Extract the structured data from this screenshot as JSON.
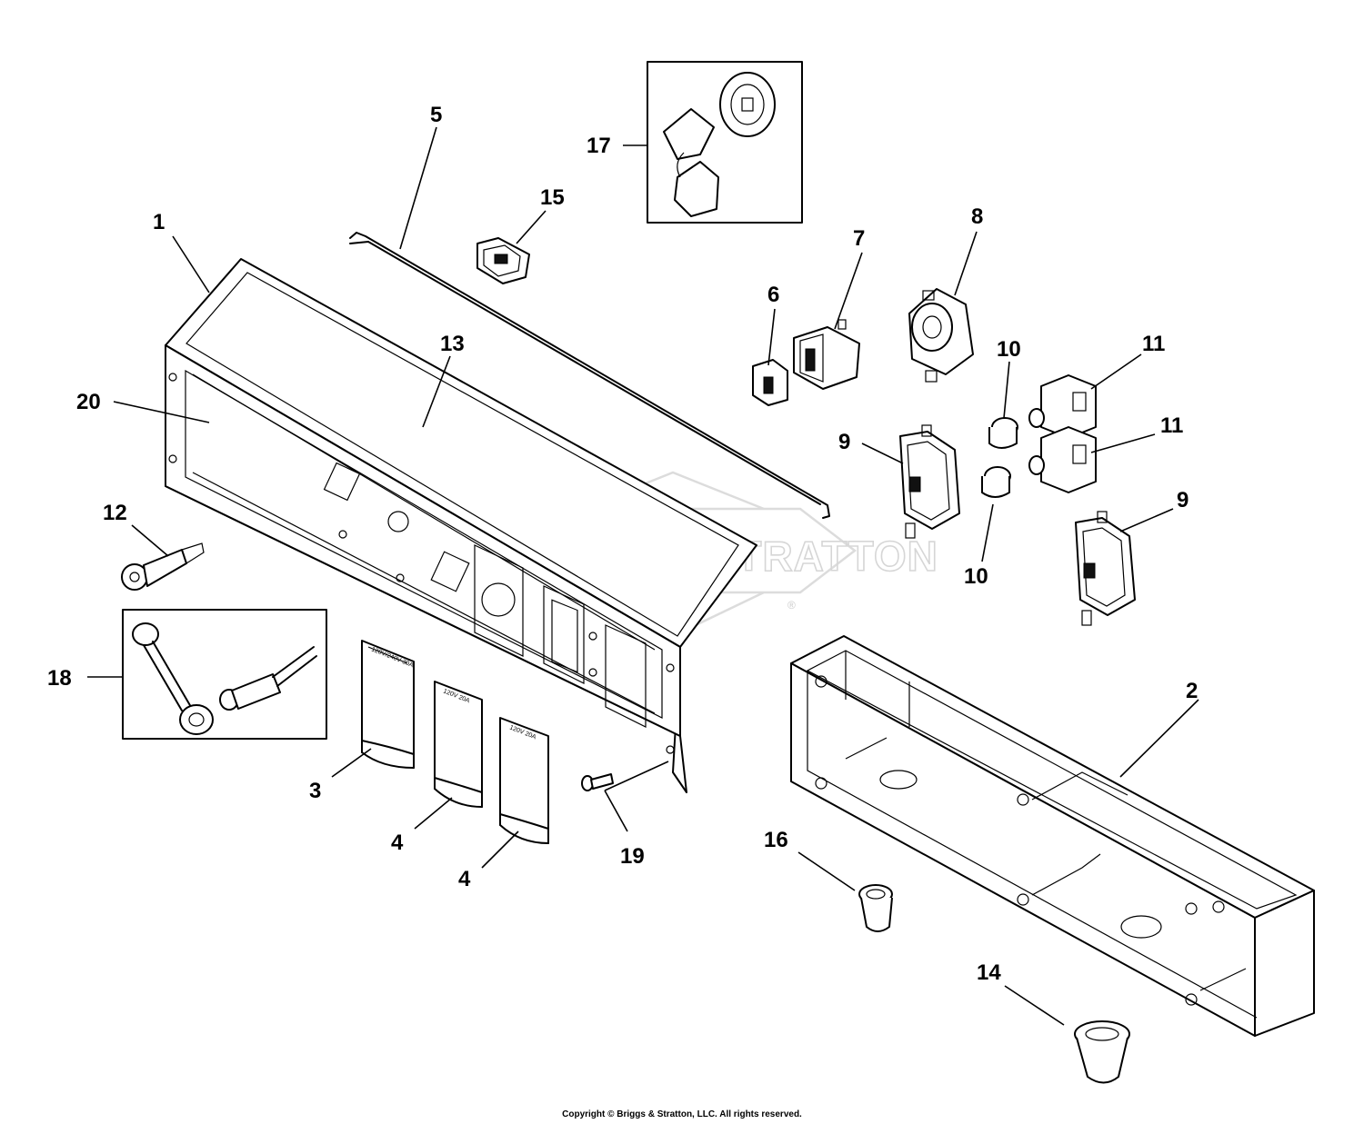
{
  "watermark": {
    "text": "BRIGGS&STRATTON",
    "mark": "®"
  },
  "copyright": "Copyright © Briggs & Stratton, LLC. All rights reserved.",
  "callouts": {
    "c1": "1",
    "c2": "2",
    "c3": "3",
    "c4a": "4",
    "c4b": "4",
    "c5": "5",
    "c6": "6",
    "c7": "7",
    "c8": "8",
    "c9a": "9",
    "c9b": "9",
    "c10a": "10",
    "c10b": "10",
    "c11a": "11",
    "c11b": "11",
    "c12": "12",
    "c13": "13",
    "c14": "14",
    "c15": "15",
    "c16": "16",
    "c17": "17",
    "c18": "18",
    "c19": "19",
    "c20": "20"
  },
  "labels": {
    "cover3": "120V/240V 30A",
    "cover4a": "120V 20A",
    "cover4b": "120V 20A"
  }
}
